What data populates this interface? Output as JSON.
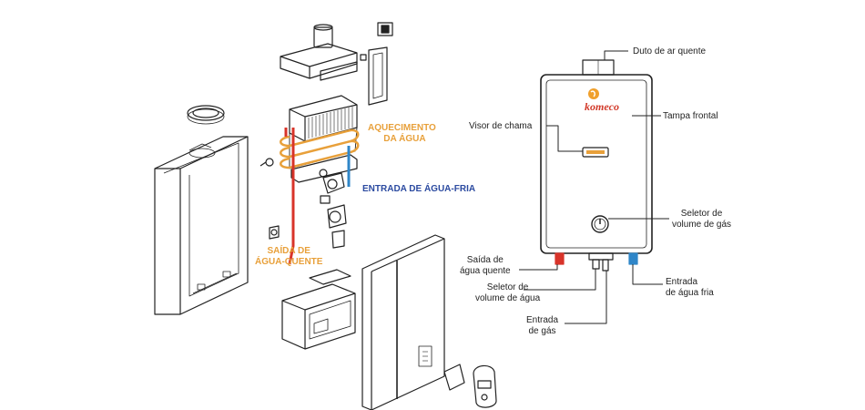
{
  "colors": {
    "hot_pipe": "#d8342a",
    "cold_pipe": "#2f86c8",
    "label_orange": "#e8a03a",
    "label_blue": "#2b4aa0",
    "brand_red": "#d23a2a",
    "line": "#222222"
  },
  "exploded_view": {
    "heating_label_line1": "AQUECIMENTO",
    "heating_label_line2": "DA ÁGUA",
    "cold_inlet_label": "ENTRADA DE ÁGUA-FRIA",
    "hot_outlet_label_line1": "SAÍDA DE",
    "hot_outlet_label_line2": "ÁGUA-QUENTE"
  },
  "heater_front": {
    "brand": "komeco",
    "callouts": {
      "hot_air_duct": "Duto de ar quente",
      "front_cover": "Tampa frontal",
      "flame_window": "Visor de chama",
      "gas_volume_selector_line1": "Seletor de",
      "gas_volume_selector_line2": "volume de gás",
      "hot_water_outlet_line1": "Saída de",
      "hot_water_outlet_line2": "água quente",
      "water_volume_selector_line1": "Seletor de",
      "water_volume_selector_line2": "volume de água",
      "gas_inlet_line1": "Entrada",
      "gas_inlet_line2": "de gás",
      "cold_water_inlet_line1": "Entrada",
      "cold_water_inlet_line2": "de água fria"
    }
  }
}
